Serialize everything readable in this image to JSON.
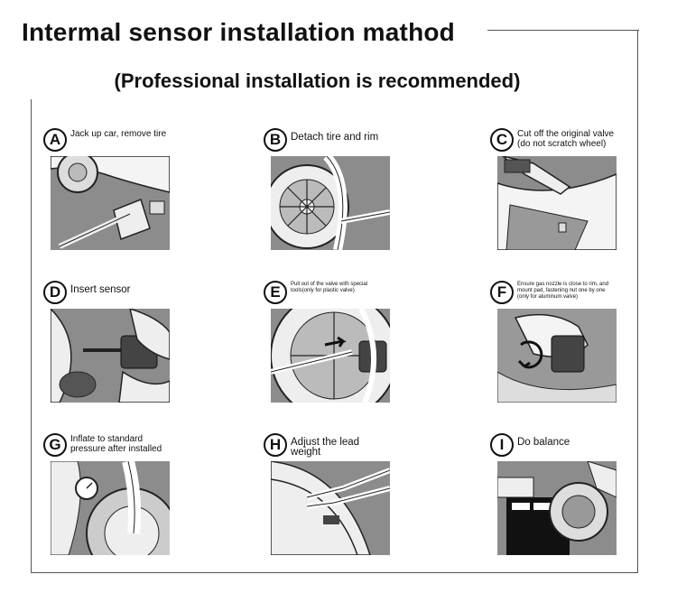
{
  "header": {
    "title": "Intermal sensor installation mathod",
    "subtitle": "(Professional installation is recommended)"
  },
  "steps": [
    {
      "letter": "A",
      "caption": "Jack up car, remove tire",
      "icon": "car-jack-icon"
    },
    {
      "letter": "B",
      "caption": "Detach tire and rim",
      "icon": "tire-removal-icon"
    },
    {
      "letter": "C",
      "caption": "Cut off the original valve (do not scratch wheel)",
      "icon": "valve-cutter-icon"
    },
    {
      "letter": "D",
      "caption": "Insert sensor",
      "icon": "sensor-insert-icon"
    },
    {
      "letter": "E",
      "caption": "Pull out of the valve with special tools(only for plastic valve)",
      "icon": "valve-puller-icon"
    },
    {
      "letter": "F",
      "caption": "Ensure gas nozzle is close to rim, and mount pad, fastening nut one by one (only for aluminum valve)",
      "icon": "nut-fastening-icon"
    },
    {
      "letter": "G",
      "caption": "Inflate to standard pressure after installed",
      "icon": "inflate-gauge-icon"
    },
    {
      "letter": "H",
      "caption": "Adjust the lead weight",
      "icon": "lead-weight-pliers-icon"
    },
    {
      "letter": "I",
      "caption": "Do balance",
      "icon": "balancing-machine-icon"
    }
  ]
}
